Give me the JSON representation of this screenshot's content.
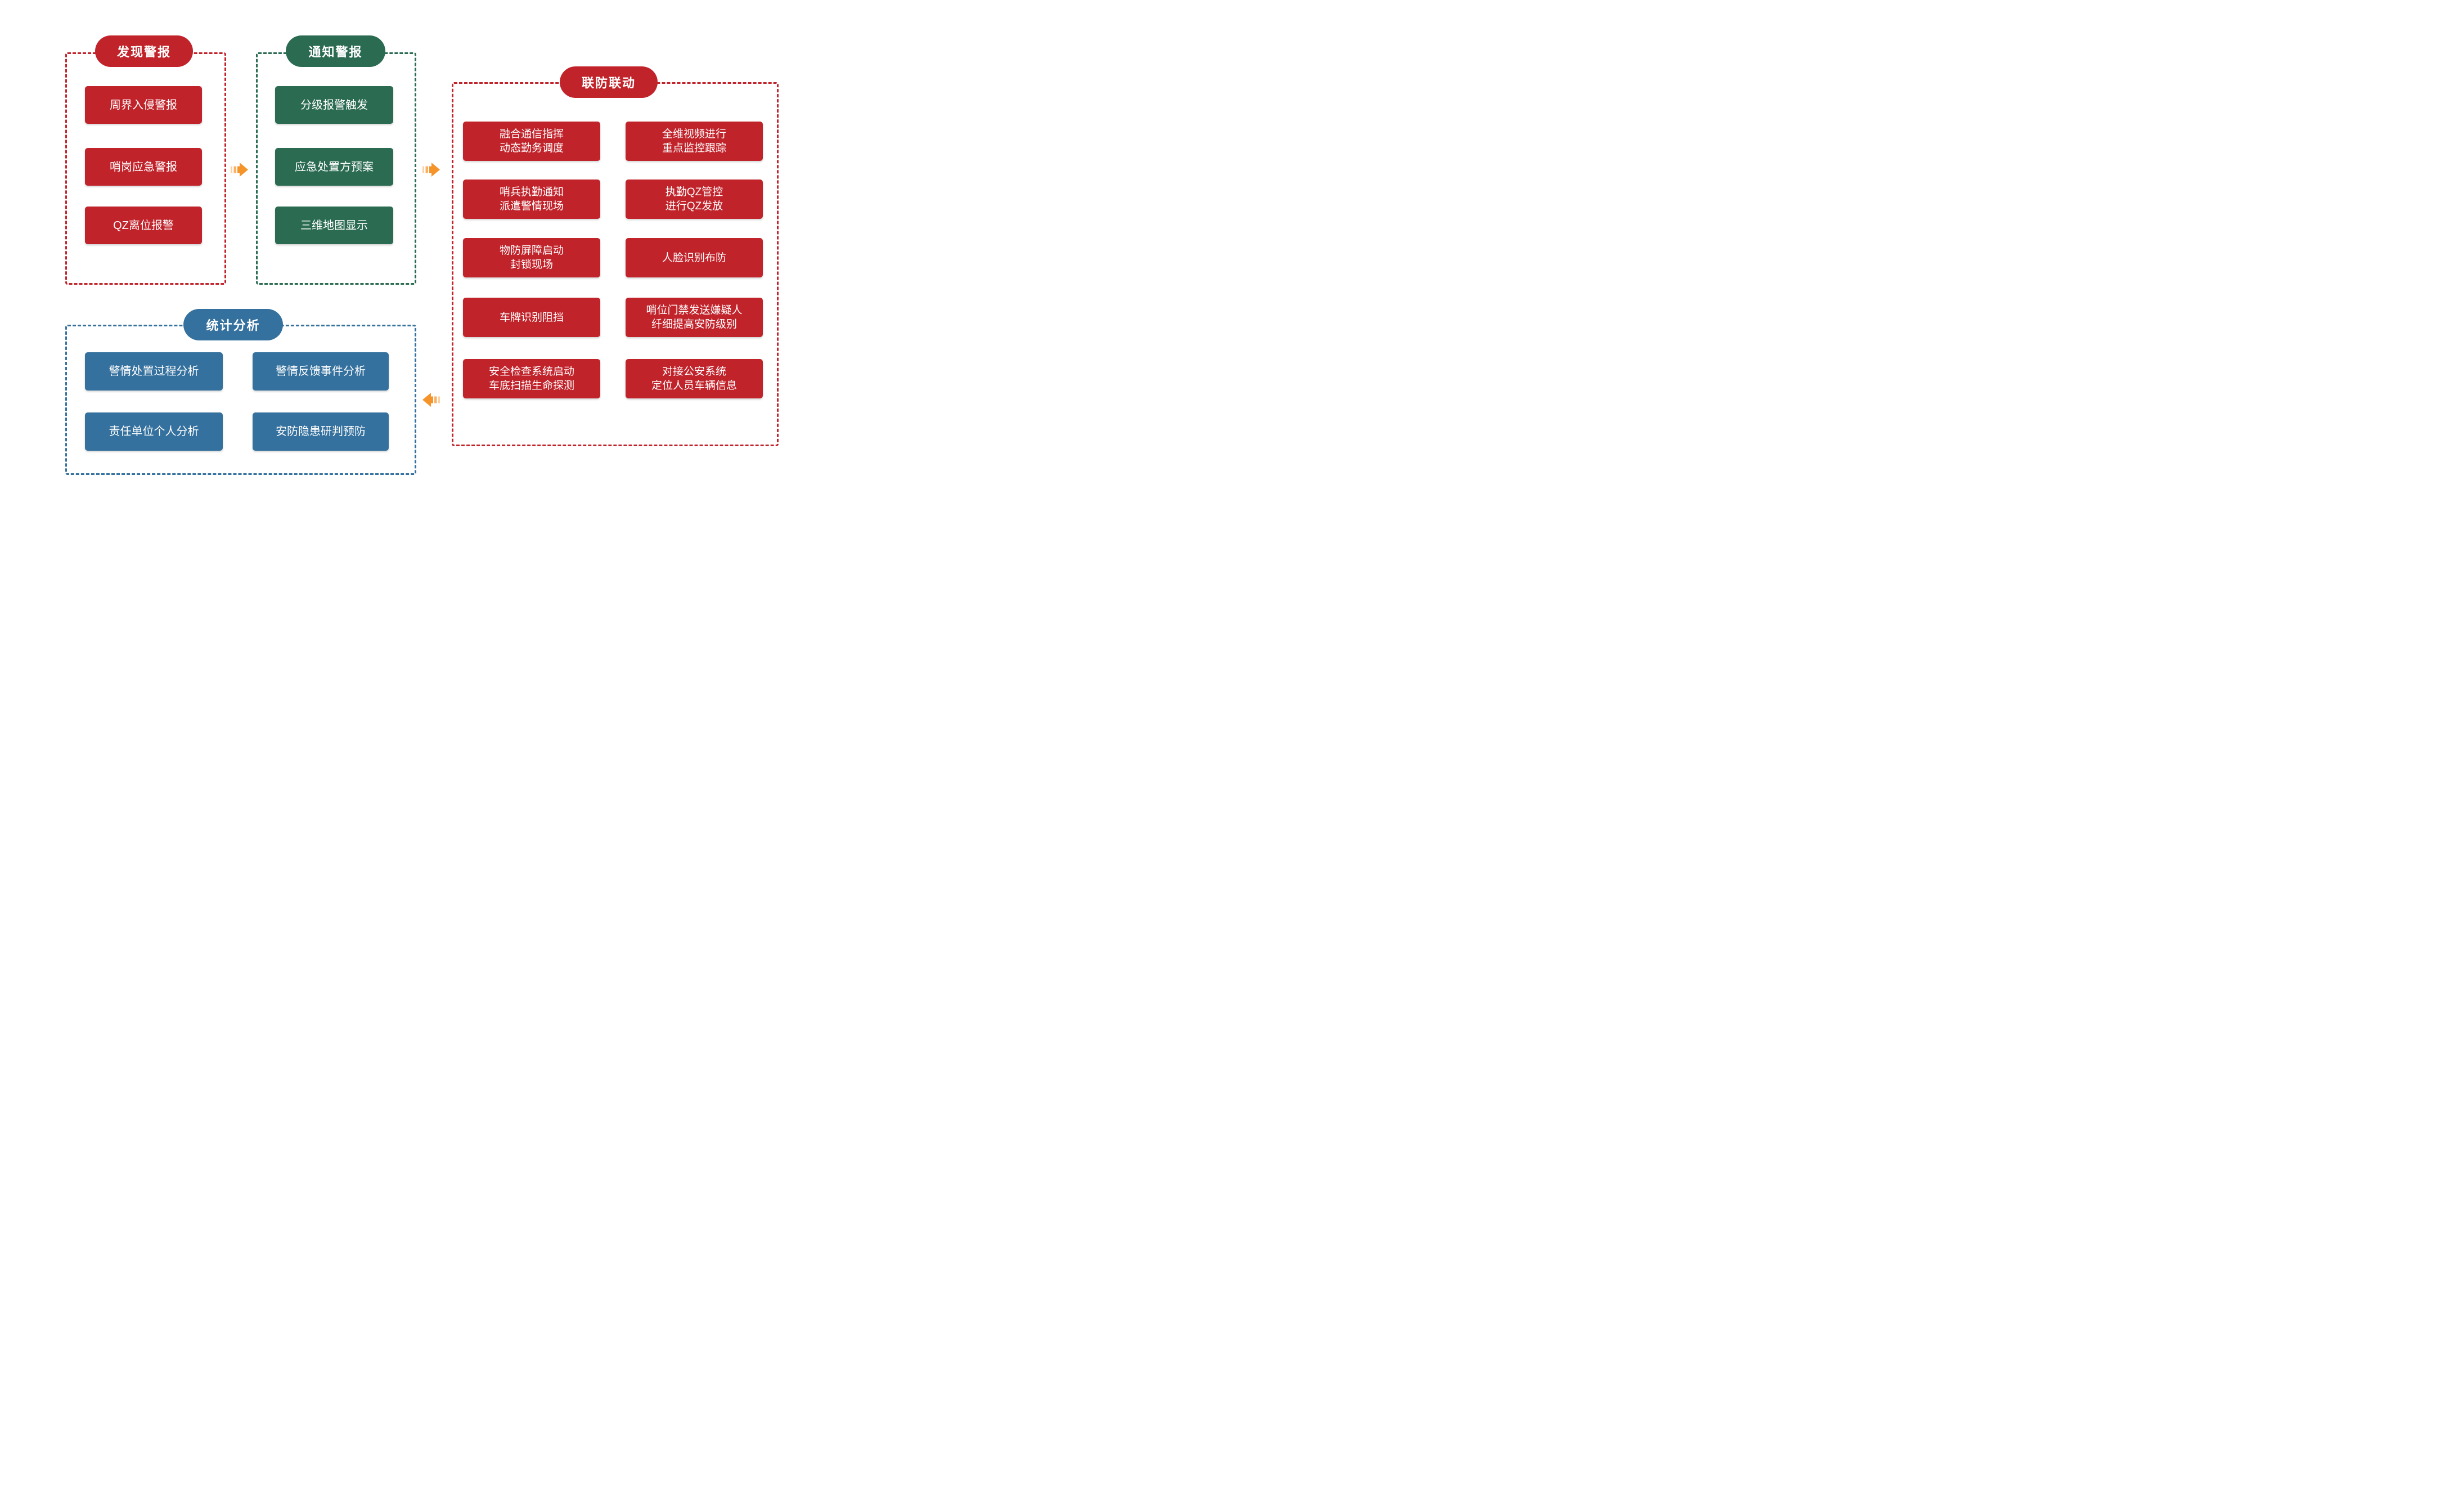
{
  "colors": {
    "red": "#c1232b",
    "green": "#2a6b52",
    "blue": "#35719e",
    "orange": "#f59429",
    "orange_stripe_mid": "#f8b065",
    "orange_stripe_light": "#fbd0a4",
    "text_on_box": "#ffffff"
  },
  "groups": {
    "discover": {
      "title": "发现警报",
      "items": [
        "周界入侵警报",
        "哨岗应急警报",
        "QZ离位报警"
      ]
    },
    "notify": {
      "title": "通知警报",
      "items": [
        "分级报警触发",
        "应急处置方预案",
        "三维地图显示"
      ]
    },
    "joint": {
      "title": "联防联动",
      "left_items": [
        {
          "line1": "融合通信指挥",
          "line2": "动态勤务调度"
        },
        {
          "line1": "哨兵执勤通知",
          "line2": "派遣警情现场"
        },
        {
          "line1": "物防屏障启动",
          "line2": "封锁现场"
        },
        {
          "line1": "车牌识别阻挡"
        },
        {
          "line1": "安全检查系统启动",
          "line2": "车底扫描生命探测"
        }
      ],
      "right_items": [
        {
          "line1": "全维视频进行",
          "line2": "重点监控跟踪"
        },
        {
          "line1": "执勤QZ管控",
          "line2": "进行QZ发放"
        },
        {
          "line1": "人脸识别布防"
        },
        {
          "line1": "哨位门禁发送嫌疑人",
          "line2": "纤细提高安防级别"
        },
        {
          "line1": "对接公安系统",
          "line2": "定位人员车辆信息"
        }
      ]
    },
    "stats": {
      "title": "统计分析",
      "items": [
        "警情处置过程分析",
        "警情反馈事件分析",
        "责任单位个人分析",
        "安防隐患研判预防"
      ]
    }
  },
  "arrows": [
    {
      "direction": "right",
      "from": "discover",
      "to": "notify"
    },
    {
      "direction": "right",
      "from": "notify",
      "to": "joint"
    },
    {
      "direction": "left",
      "from": "joint",
      "to": "stats"
    }
  ]
}
